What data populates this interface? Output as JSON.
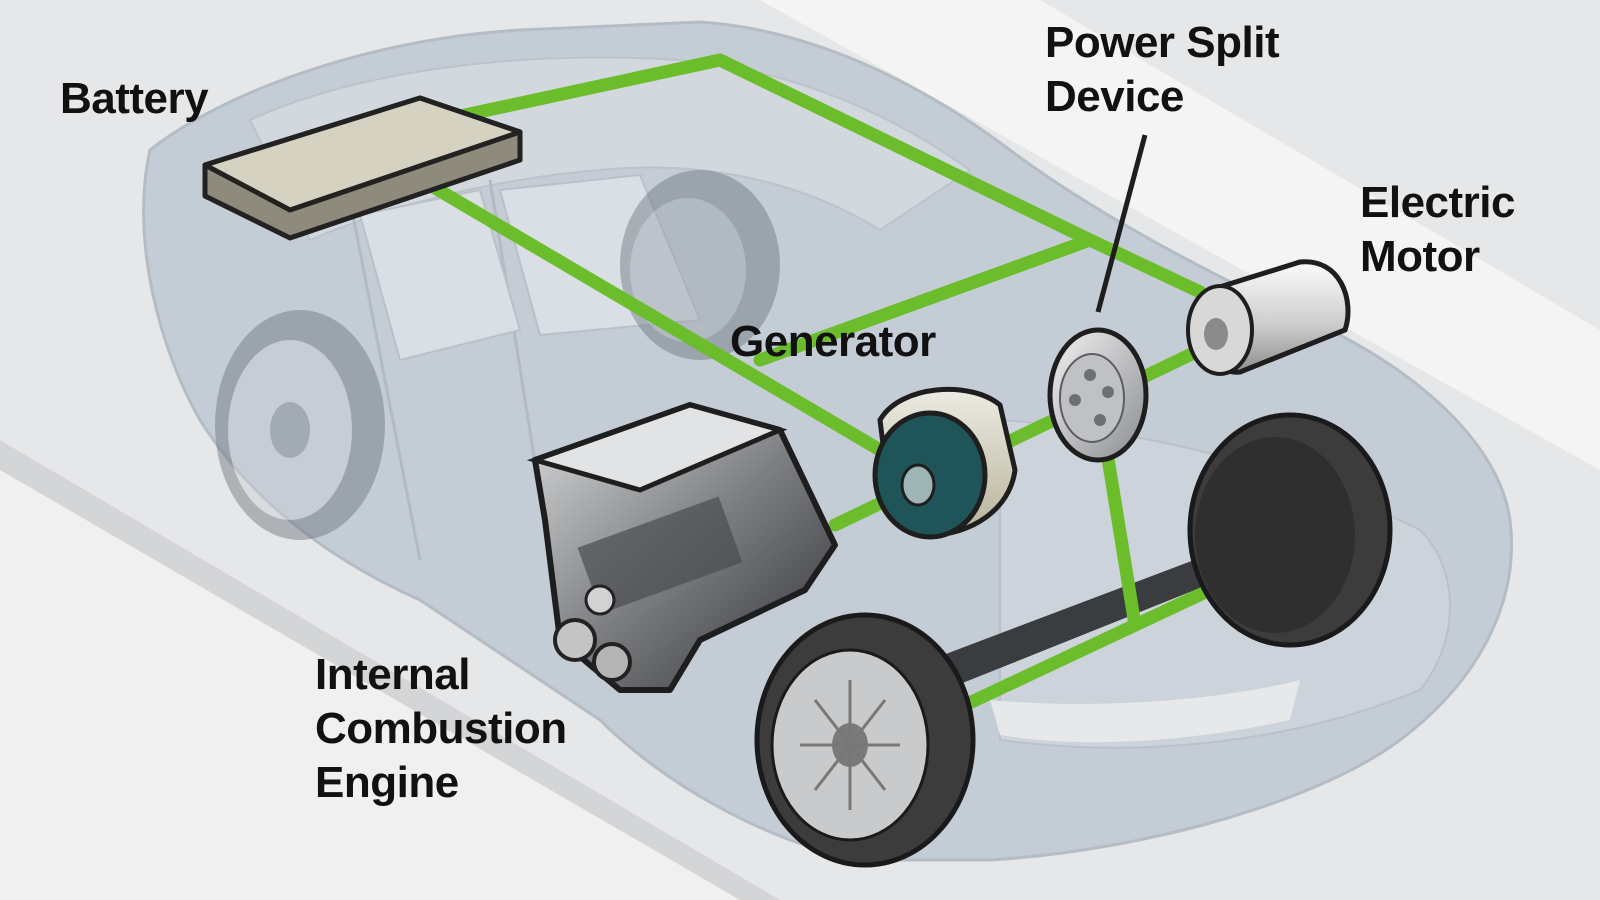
{
  "labels": {
    "battery": "Battery",
    "power_split_device": [
      "Power Split",
      "Device"
    ],
    "electric_motor": [
      "Electric",
      "Motor"
    ],
    "generator": "Generator",
    "engine": [
      "Internal",
      "Combustion",
      "Engine"
    ]
  },
  "colors": {
    "background": "#e6e7e8",
    "road": "#f1f1f1",
    "car_body": "#b3bfcc",
    "power_path": "#6cbd2c",
    "battery": "#d6d2c2",
    "generator": "#1f5558",
    "tire": "#3c3c3c",
    "label_text": "#111111"
  },
  "icons": {
    "battery": "battery-pack",
    "engine": "engine-block",
    "generator": "generator-cylinder",
    "power_split_device": "planetary-gear-disc",
    "electric_motor": "motor-cylinder",
    "wheel": "tire"
  }
}
